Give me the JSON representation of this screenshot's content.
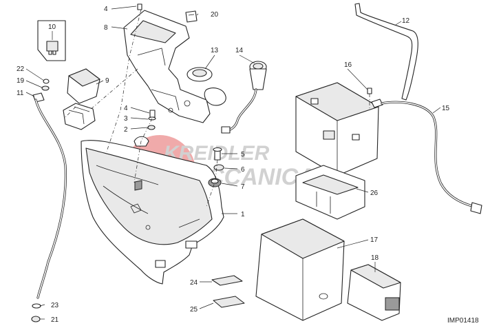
{
  "diagram": {
    "drawing_code": "IMP01418",
    "labels": [
      "1",
      "2",
      "3",
      "4",
      "5",
      "6",
      "7",
      "8",
      "9",
      "10",
      "11",
      "12",
      "13",
      "14",
      "15",
      "16",
      "17",
      "18",
      "19",
      "20",
      "21",
      "22",
      "23",
      "24",
      "25",
      "26",
      "4"
    ]
  },
  "watermark": {
    "line1": "KREIDLER",
    "line2": "MECCANICA",
    "circle_color": "#e87a7a",
    "text_color": "#bdbdbd"
  }
}
